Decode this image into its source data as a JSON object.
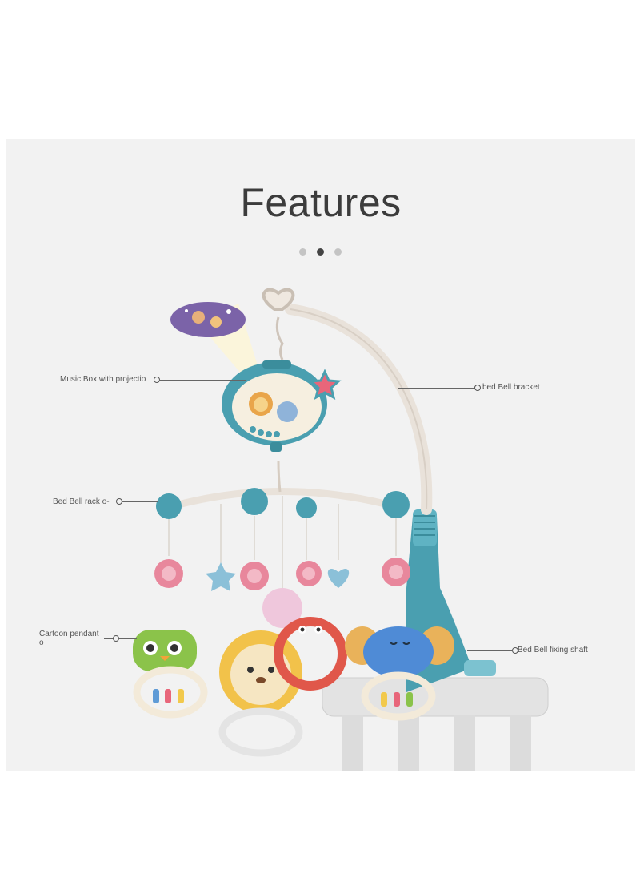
{
  "heading": {
    "title": "Features"
  },
  "carousel": {
    "total": 3,
    "active_index": 1
  },
  "callouts": {
    "music_box": "Music Box with projectio",
    "bracket": "bed Bell bracket",
    "rack": "Bed Bell rack o-",
    "pendant_line1": "Cartoon pendant",
    "pendant_line2": "o",
    "shaft": "Bed Bell fixing shaft"
  },
  "colors": {
    "background": "#f2f2f2",
    "teal": "#4a9fb0",
    "arm": "#e9e2da",
    "crib": "#dedede",
    "title_text": "#3c3c3c"
  }
}
